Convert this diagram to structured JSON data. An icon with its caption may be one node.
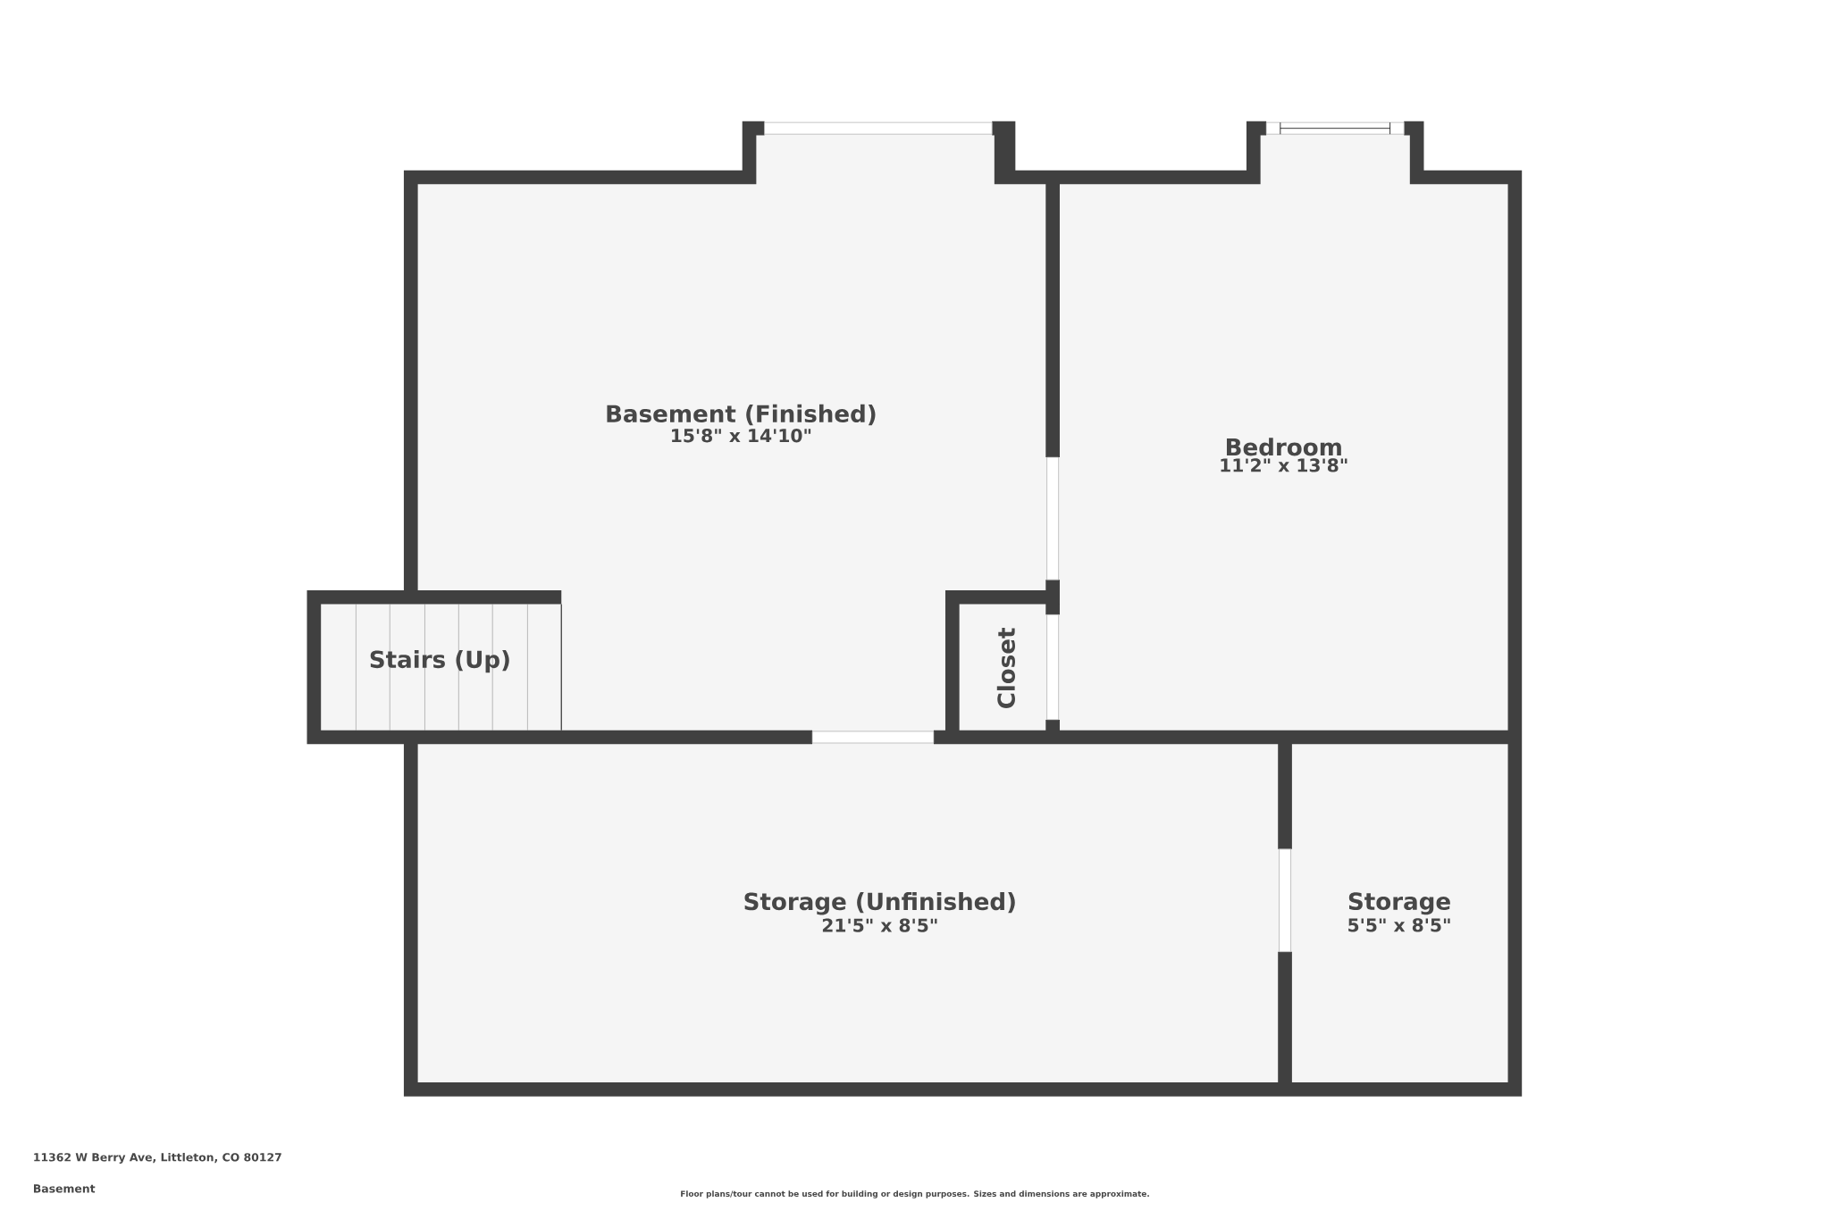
{
  "diagram": {
    "nodes": [
      {
        "text": [
          "Basement (Finished)",
          "15'8\" x 14'10\""
        ]
      },
      {
        "text": [
          "Bedroom",
          "11'2\" x 13'8\""
        ]
      },
      {
        "text": [
          "Stairs (Up)"
        ]
      },
      {
        "text": [
          "Closet"
        ]
      },
      {
        "text": [
          "Storage (Unfinished)",
          "21'5\" x 8'5\""
        ]
      },
      {
        "text": [
          "Storage",
          "5'5\" x 8'5\""
        ]
      }
    ],
    "labels": [
      "11362 W Berry Ave, Littleton, CO 80127",
      "Basement",
      "Floor plans/tour cannot be used for building or design purposes. Sizes and dimensions are approximate."
    ]
  }
}
